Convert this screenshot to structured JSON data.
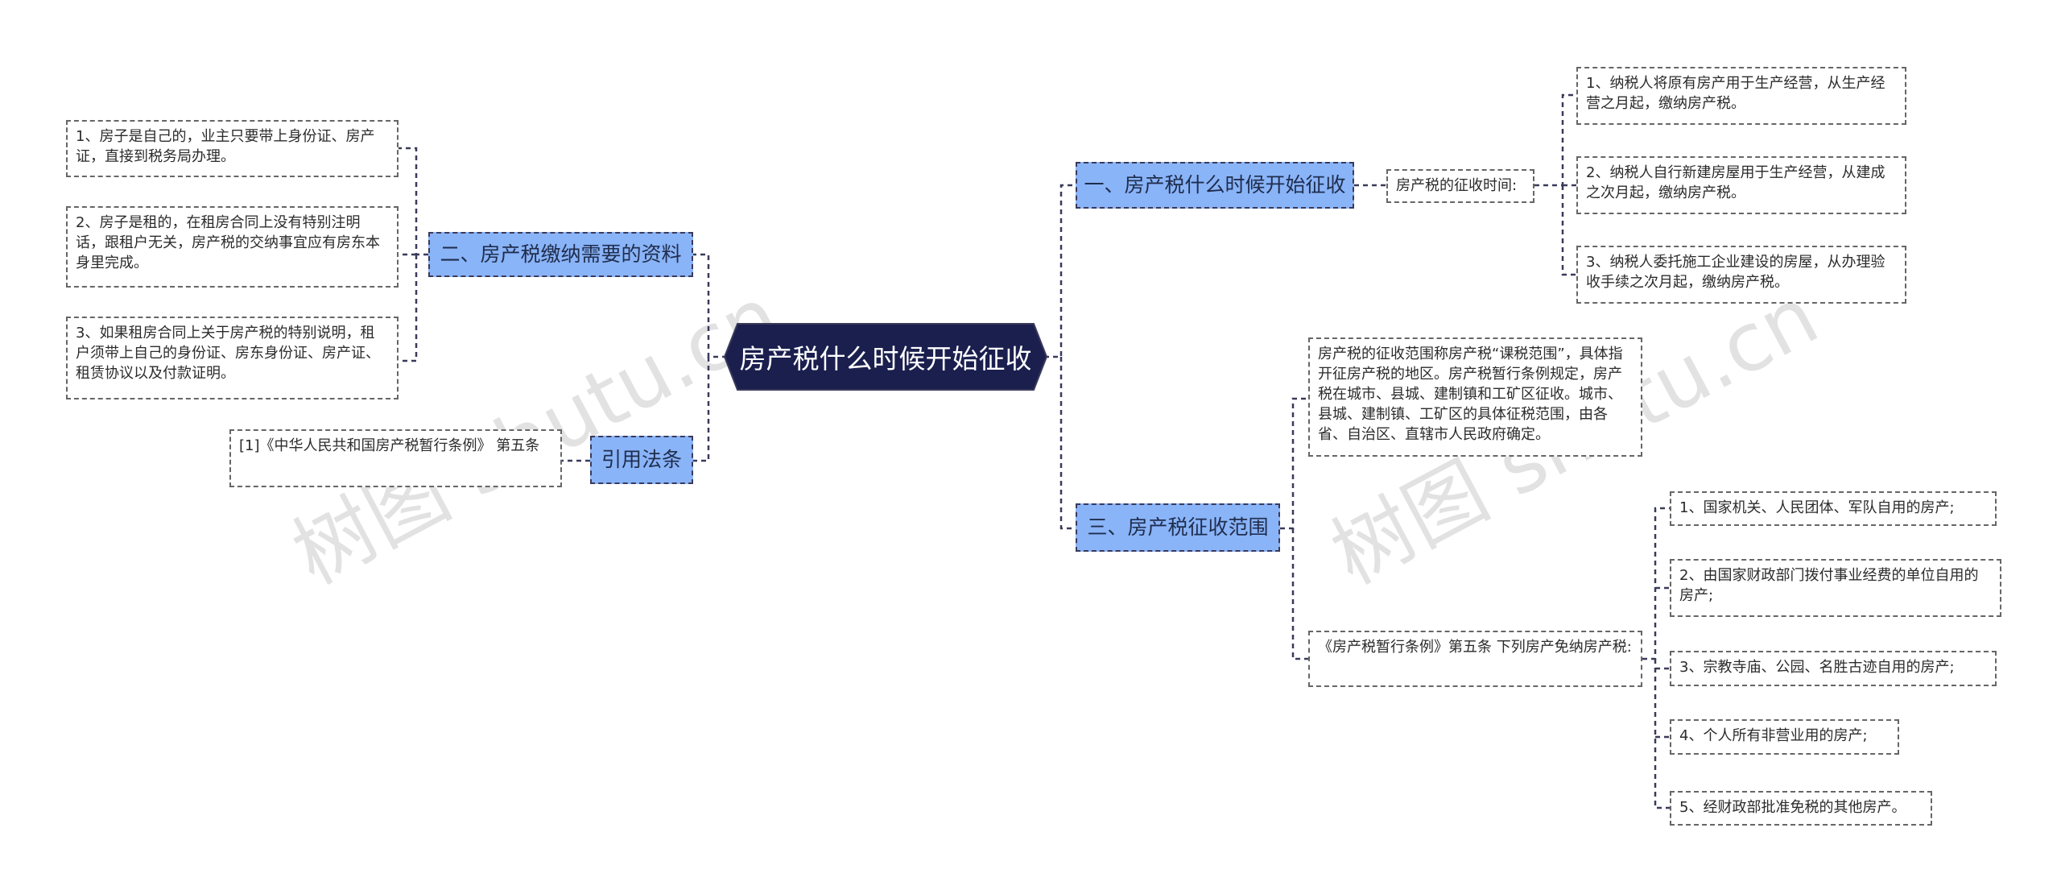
{
  "center": {
    "title": "房产税什么时候开始征收"
  },
  "left": {
    "b2": {
      "label": "二、房产税缴纳需要的资料",
      "items": [
        "1、房子是自己的，业主只要带上身份证、房产证，直接到税务局办理。",
        "2、房子是租的，在租房合同上没有特别注明话，跟租户无关，房产税的交纳事宜应有房东本身里完成。",
        "3、如果租房合同上关于房产税的特别说明，租户须带上自己的身份证、房东身份证、房产证、租赁协议以及付款证明。"
      ]
    },
    "ref": {
      "label": "引用法条",
      "item": "[1]《中华人民共和国房产税暂行条例》 第五条"
    }
  },
  "right": {
    "b1": {
      "label": "一、房产税什么时候开始征收",
      "sub": "房产税的征收时间:",
      "items": [
        "1、纳税人将原有房产用于生产经营，从生产经营之月起，缴纳房产税。",
        "2、纳税人自行新建房屋用于生产经营，从建成之次月起，缴纳房产税。",
        "3、纳税人委托施工企业建设的房屋，从办理验收手续之次月起，缴纳房产税。"
      ]
    },
    "b3": {
      "label": "三、房产税征收范围",
      "scope": "房产税的征收范围称房产税“课税范围”，具体指开征房产税的地区。房产税暂行条例规定，房产税在城市、县城、建制镇和工矿区征收。城市、县城、建制镇、工矿区的具体征税范围，由各省、自治区、直辖市人民政府确定。",
      "exempt": "《房产税暂行条例》第五条 下列房产免纳房产税:",
      "items": [
        "1、国家机关、人民团体、军队自用的房产;",
        "2、由国家财政部门拨付事业经费的单位自用的房产;",
        "3、宗教寺庙、公园、名胜古迹自用的房产;",
        "4、个人所有非营业用的房产;",
        "5、经财政部批准免税的其他房产。"
      ]
    }
  },
  "watermark": "树图 shutu.cn",
  "colors": {
    "center": "#1a1f4e",
    "branch": "#8ab4f8",
    "line": "#3a3a5a"
  }
}
